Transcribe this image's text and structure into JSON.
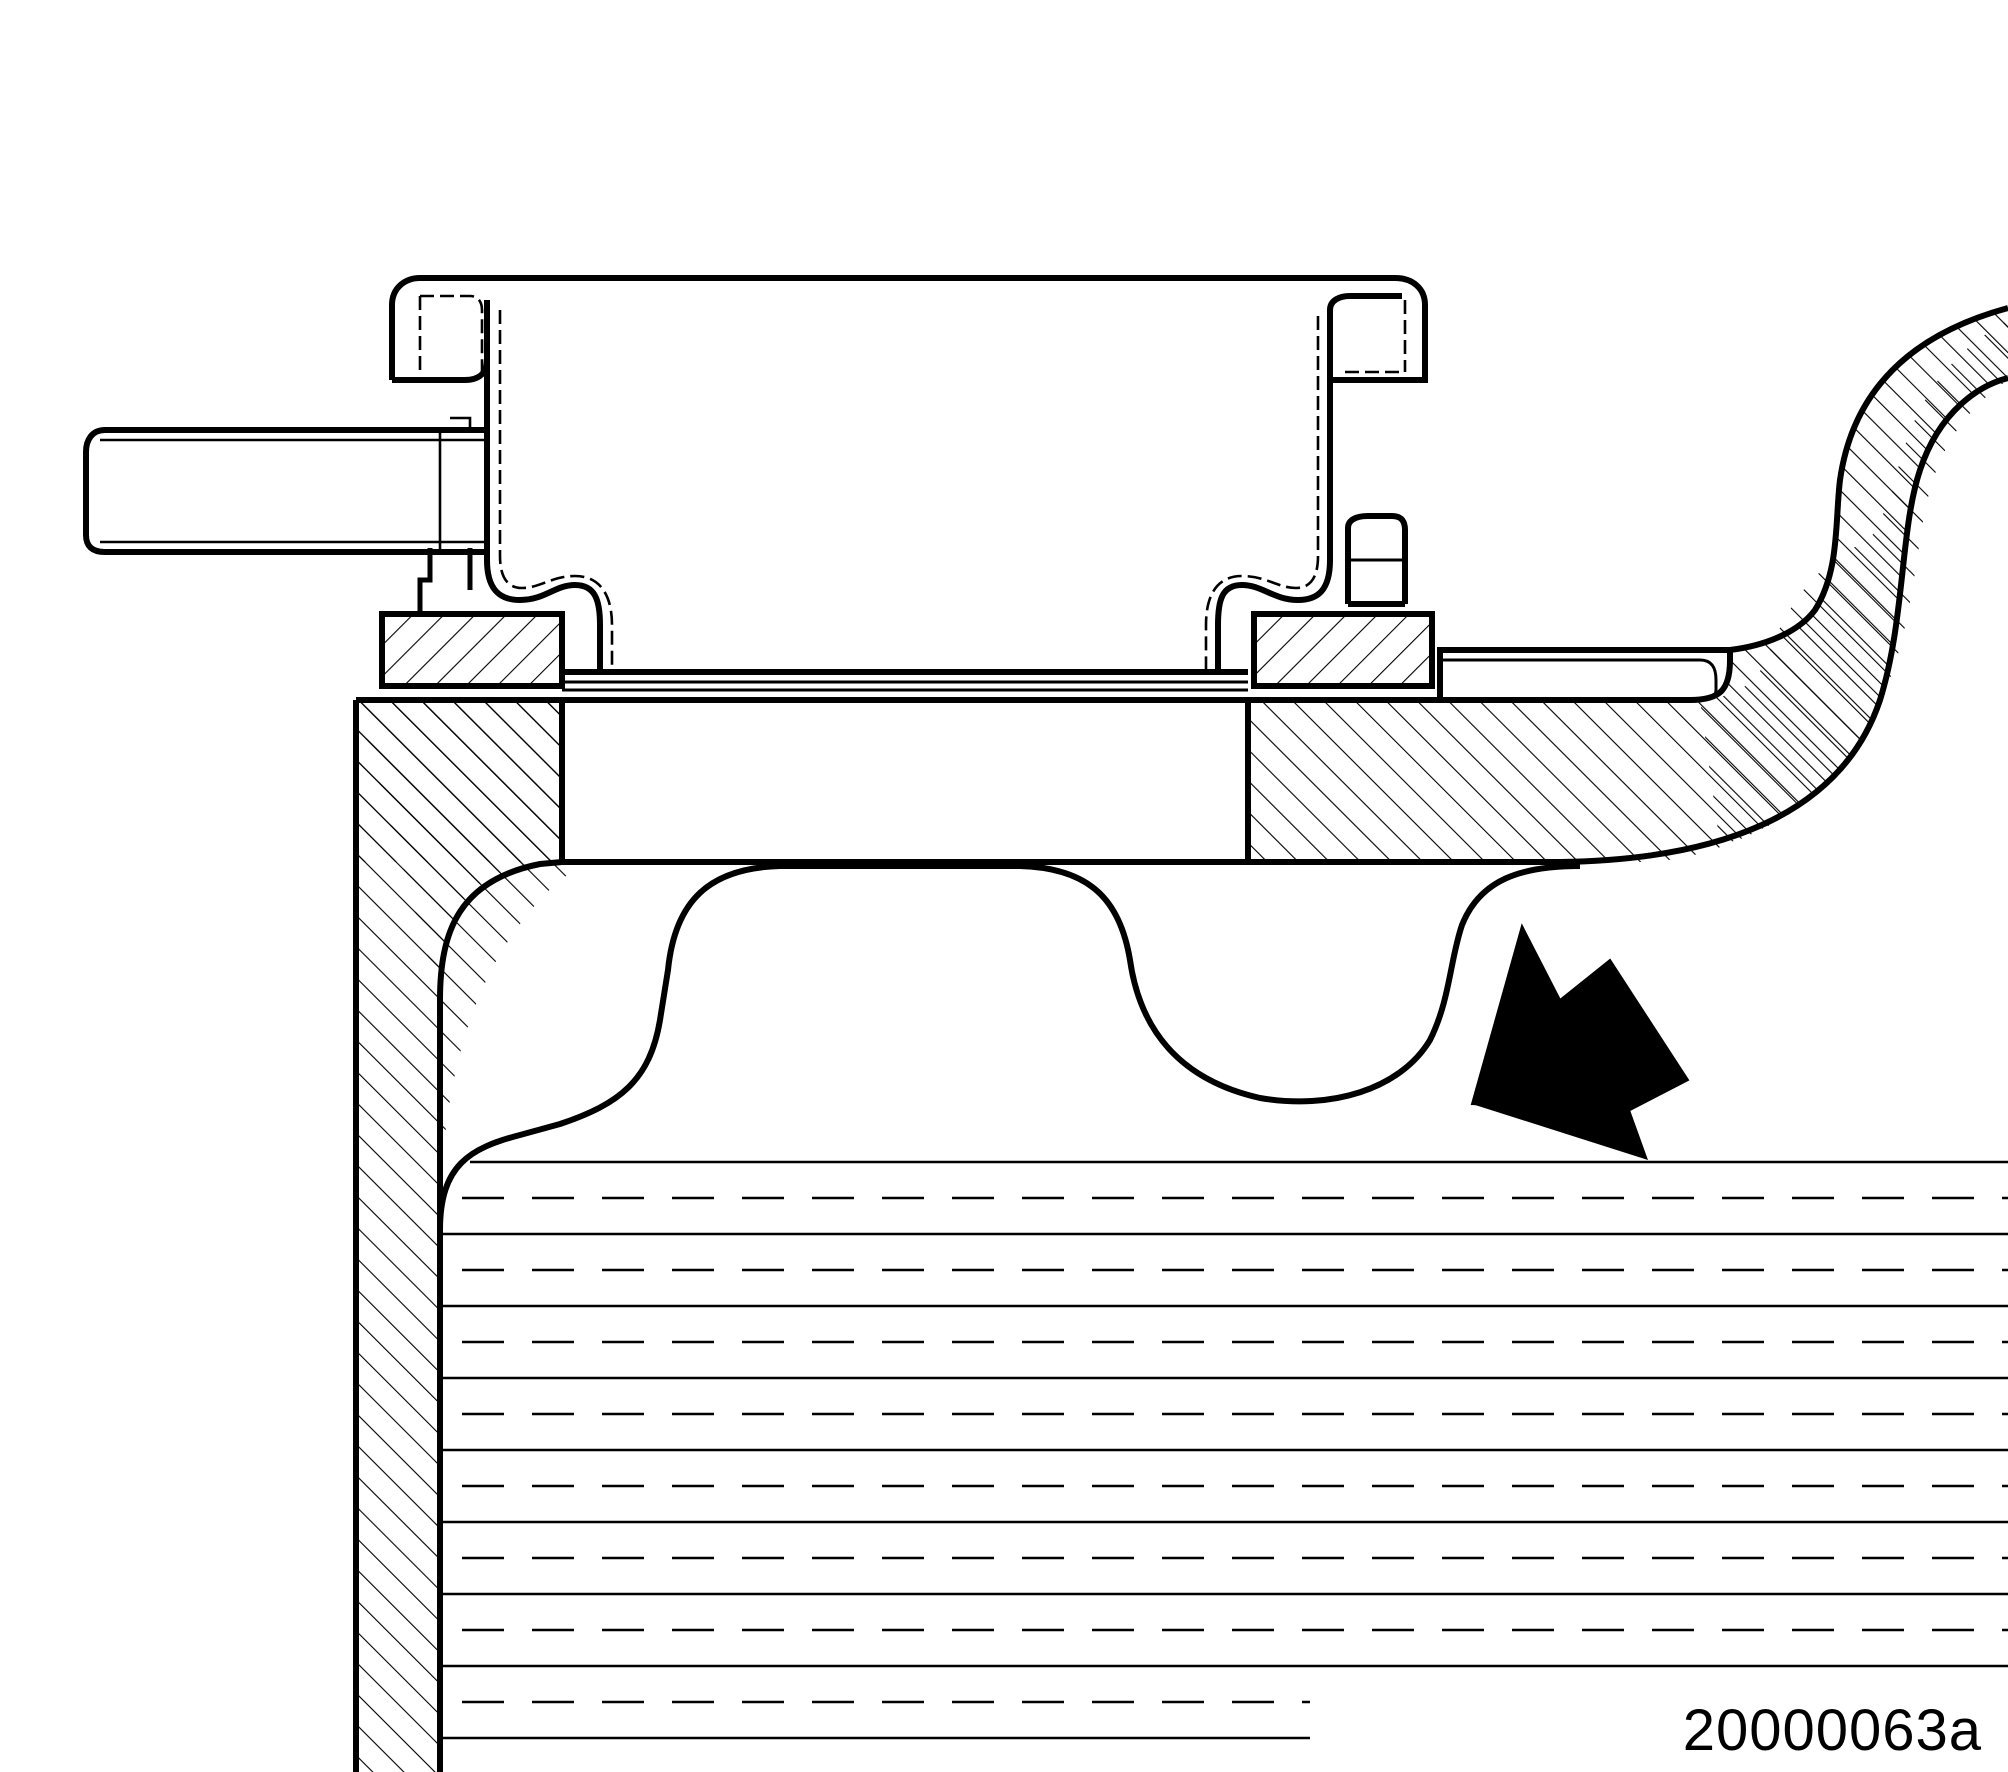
{
  "figure": {
    "reference_code": "20000063a"
  },
  "colors": {
    "ink": "#000000",
    "paper": "#ffffff"
  },
  "parts": [
    "housing-wall",
    "housing-flange",
    "clamp-ring",
    "valve-body",
    "pin",
    "hose",
    "liquid-level",
    "indicator-arrow"
  ]
}
